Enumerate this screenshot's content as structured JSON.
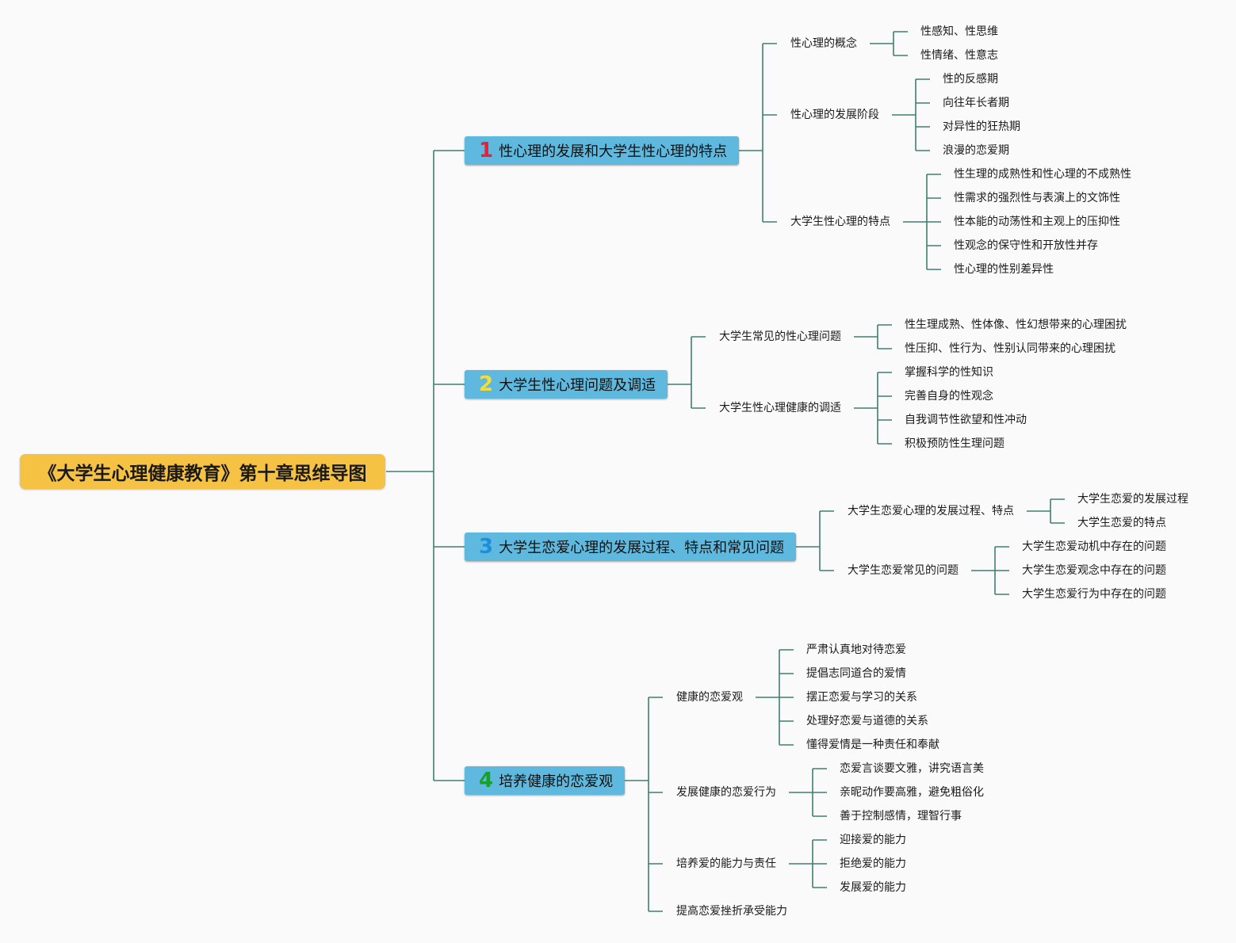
{
  "root": {
    "title": "《大学生心理健康教育》第十章思维导图"
  },
  "branches": [
    {
      "num": "1",
      "num_color": "#e8203a",
      "label": "性心理的发展和大学生性心理的特点",
      "children": [
        {
          "label": "性心理的概念",
          "children": [
            "性感知、性思维",
            "性情绪、性意志"
          ]
        },
        {
          "label": "性心理的发展阶段",
          "children": [
            "性的反感期",
            "向往年长者期",
            "对异性的狂热期",
            "浪漫的恋爱期"
          ]
        },
        {
          "label": "大学生性心理的特点",
          "children": [
            "性生理的成熟性和性心理的不成熟性",
            "性需求的强烈性与表演上的文饰性",
            "性本能的动荡性和主观上的压抑性",
            "性观念的保守性和开放性并存",
            "性心理的性别差异性"
          ]
        }
      ]
    },
    {
      "num": "2",
      "num_color": "#f4dc3c",
      "label": "大学生性心理问题及调适",
      "children": [
        {
          "label": "大学生常见的性心理问题",
          "children": [
            "性生理成熟、性体像、性幻想带来的心理困扰",
            "性压抑、性行为、性别认同带来的心理困扰"
          ]
        },
        {
          "label": "大学生性心理健康的调适",
          "children": [
            "掌握科学的性知识",
            "完善自身的性观念",
            "自我调节性欲望和性冲动",
            "积极预防性生理问题"
          ]
        }
      ]
    },
    {
      "num": "3",
      "num_color": "#1a8fe0",
      "label": "大学生恋爱心理的发展过程、特点和常见问题",
      "children": [
        {
          "label": "大学生恋爱心理的发展过程、特点",
          "children": [
            "大学生恋爱的发展过程",
            "大学生恋爱的特点"
          ]
        },
        {
          "label": "大学生恋爱常见的问题",
          "children": [
            "大学生恋爱动机中存在的问题",
            "大学生恋爱观念中存在的问题",
            "大学生恋爱行为中存在的问题"
          ]
        }
      ]
    },
    {
      "num": "4",
      "num_color": "#17a02c",
      "label": "培养健康的恋爱观",
      "children": [
        {
          "label": "健康的恋爱观",
          "children": [
            "严肃认真地对待恋爱",
            "提倡志同道合的爱情",
            "摆正恋爱与学习的关系",
            "处理好恋爱与道德的关系",
            "懂得爱情是一种责任和奉献"
          ]
        },
        {
          "label": "发展健康的恋爱行为",
          "children": [
            "恋爱言谈要文雅，讲究语言美",
            "亲昵动作要高雅，避免粗俗化",
            "善于控制感情，理智行事"
          ]
        },
        {
          "label": "培养爱的能力与责任",
          "children": [
            "迎接爱的能力",
            "拒绝爱的能力",
            "发展爱的能力"
          ]
        },
        {
          "label": "提高恋爱挫折承受能力",
          "children": []
        }
      ]
    }
  ],
  "colors": {
    "line": "#3f7f6e",
    "root_bg": "#f6c243",
    "main_bg": "#5fb8dd"
  }
}
